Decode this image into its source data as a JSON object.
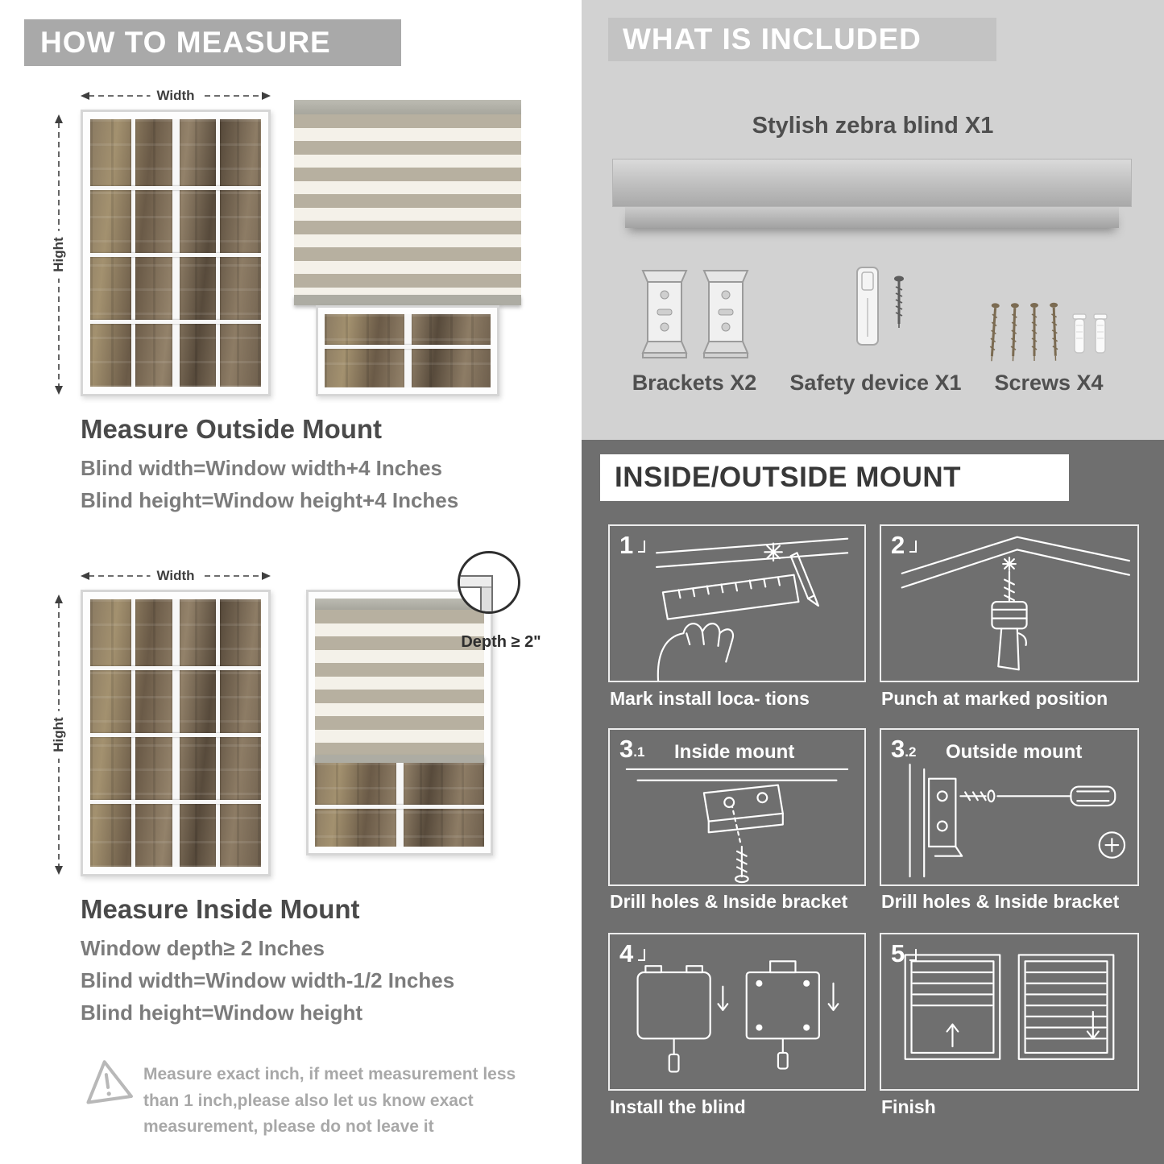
{
  "left": {
    "header": "HOW TO MEASURE",
    "outside": {
      "width_label": "Width",
      "height_label": "Hight",
      "title": "Measure Outside Mount",
      "lines": [
        "Blind width=Window width+4 Inches",
        "Blind height=Window height+4 Inches"
      ]
    },
    "inside": {
      "width_label": "Width",
      "height_label": "Hight",
      "depth_label": "Depth ≥ 2\"",
      "title": "Measure Inside Mount",
      "lines": [
        "Window depth≥ 2 Inches",
        "Blind width=Window width-1/2 Inches",
        "Blind height=Window height"
      ]
    },
    "warning_lines": [
      "Measure exact inch, if meet measurement less",
      "than 1 inch,please also let us know exact",
      "measurement, please do not leave it"
    ]
  },
  "included": {
    "header": "WHAT IS INCLUDED",
    "blind_label": "Stylish zebra blind X1",
    "items": [
      {
        "label": "Brackets X2"
      },
      {
        "label": "Safety device X1"
      },
      {
        "label": "Screws X4"
      }
    ]
  },
  "mount": {
    "header": "INSIDE/OUTSIDE MOUNT",
    "steps": [
      {
        "num": "1",
        "caption": "Mark install loca- tions"
      },
      {
        "num": "2",
        "caption": "Punch at  marked position"
      },
      {
        "num": "3",
        "sub": ".1",
        "title": "Inside mount",
        "caption": "Drill holes &  Inside bracket"
      },
      {
        "num": "3",
        "sub": ".2",
        "title": "Outside mount",
        "caption": "Drill holes &  Inside bracket"
      },
      {
        "num": "4",
        "caption": "Install the blind"
      },
      {
        "num": "5",
        "caption": "Finish"
      }
    ]
  },
  "colors": {
    "accent_gray": "#a9a9a9",
    "included_bg": "#d2d2d2",
    "mount_bg": "#6f6f6f",
    "stripe_taupe": "#b7b0a0",
    "stripe_cream": "#f4f1e9"
  }
}
